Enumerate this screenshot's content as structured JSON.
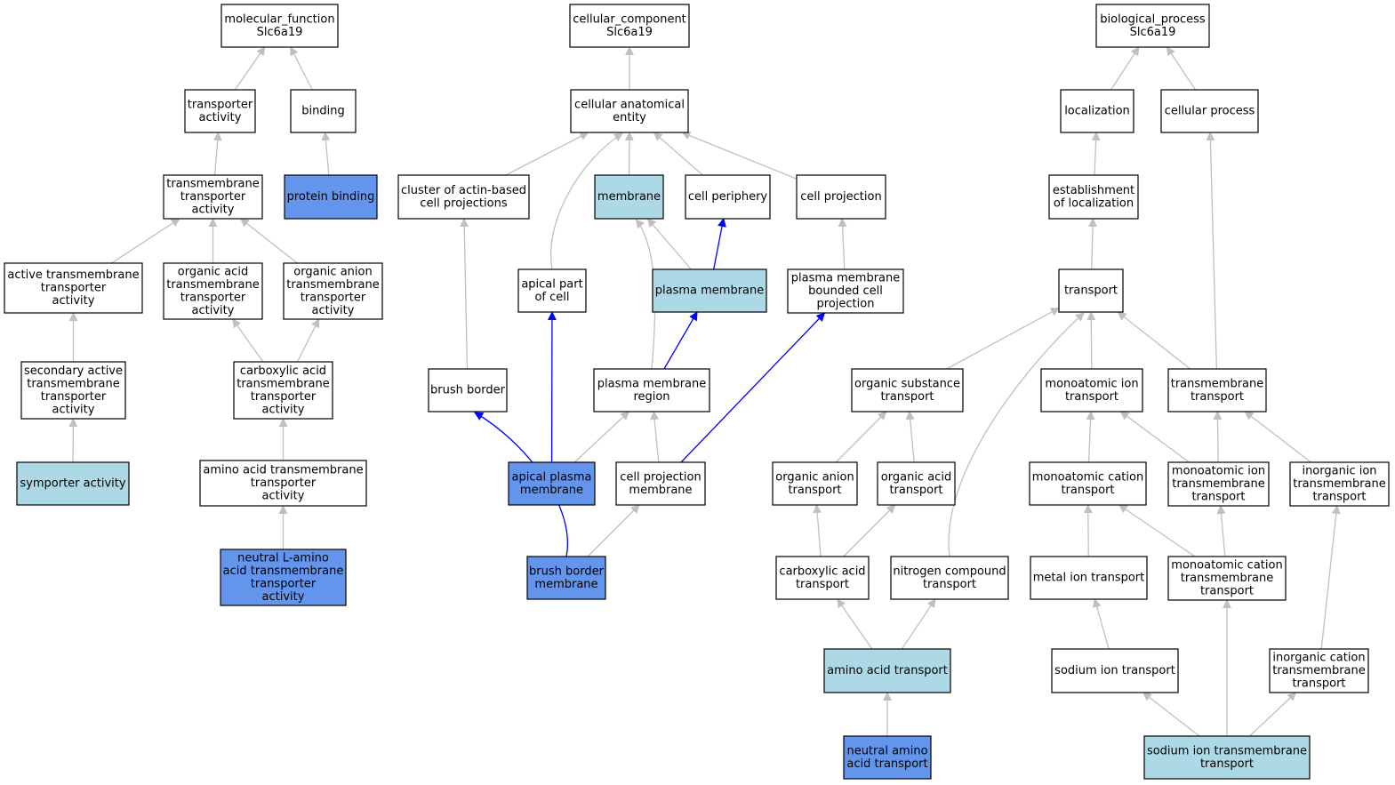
{
  "colors": {
    "plain": "#ffffff",
    "light": "#add8e6",
    "medium": "#6495ed",
    "edge_gray": "#c0c0c0",
    "edge_blue": "#0000ff"
  },
  "nodes": [
    {
      "id": "mf",
      "lines": [
        "molecular_function",
        "Slc6a19"
      ],
      "fill": "plain"
    },
    {
      "id": "ta",
      "lines": [
        "transporter",
        "activity"
      ],
      "fill": "plain"
    },
    {
      "id": "bind",
      "lines": [
        "binding"
      ],
      "fill": "plain"
    },
    {
      "id": "tmta",
      "lines": [
        "transmembrane",
        "transporter",
        "activity"
      ],
      "fill": "plain"
    },
    {
      "id": "pb",
      "lines": [
        "protein binding"
      ],
      "fill": "medium"
    },
    {
      "id": "atta",
      "lines": [
        "active transmembrane",
        "transporter",
        "activity"
      ],
      "fill": "plain"
    },
    {
      "id": "oatta",
      "lines": [
        "organic acid",
        "transmembrane",
        "transporter",
        "activity"
      ],
      "fill": "plain"
    },
    {
      "id": "oantta",
      "lines": [
        "organic anion",
        "transmembrane",
        "transporter",
        "activity"
      ],
      "fill": "plain"
    },
    {
      "id": "satta",
      "lines": [
        "secondary active",
        "transmembrane",
        "transporter",
        "activity"
      ],
      "fill": "plain"
    },
    {
      "id": "catta",
      "lines": [
        "carboxylic acid",
        "transmembrane",
        "transporter",
        "activity"
      ],
      "fill": "plain"
    },
    {
      "id": "sym",
      "lines": [
        "symporter activity"
      ],
      "fill": "light"
    },
    {
      "id": "aatta",
      "lines": [
        "amino acid transmembrane",
        "transporter",
        "activity"
      ],
      "fill": "plain"
    },
    {
      "id": "nlaa",
      "lines": [
        "neutral L-amino",
        "acid transmembrane",
        "transporter",
        "activity"
      ],
      "fill": "medium"
    },
    {
      "id": "cc",
      "lines": [
        "cellular_component",
        "Slc6a19"
      ],
      "fill": "plain"
    },
    {
      "id": "cae",
      "lines": [
        "cellular anatomical",
        "entity"
      ],
      "fill": "plain"
    },
    {
      "id": "cabcp",
      "lines": [
        "cluster of actin-based",
        "cell projections"
      ],
      "fill": "plain"
    },
    {
      "id": "mem",
      "lines": [
        "membrane"
      ],
      "fill": "light"
    },
    {
      "id": "cper",
      "lines": [
        "cell periphery"
      ],
      "fill": "plain"
    },
    {
      "id": "cproj",
      "lines": [
        "cell projection"
      ],
      "fill": "plain"
    },
    {
      "id": "apc",
      "lines": [
        "apical part",
        "of cell"
      ],
      "fill": "plain"
    },
    {
      "id": "pm",
      "lines": [
        "plasma membrane"
      ],
      "fill": "light"
    },
    {
      "id": "pmbcp",
      "lines": [
        "plasma membrane",
        "bounded cell",
        "projection"
      ],
      "fill": "plain"
    },
    {
      "id": "bb",
      "lines": [
        "brush border"
      ],
      "fill": "plain"
    },
    {
      "id": "pmr",
      "lines": [
        "plasma membrane",
        "region"
      ],
      "fill": "plain"
    },
    {
      "id": "apm",
      "lines": [
        "apical plasma",
        "membrane"
      ],
      "fill": "medium"
    },
    {
      "id": "cpm",
      "lines": [
        "cell projection",
        "membrane"
      ],
      "fill": "plain"
    },
    {
      "id": "bbm",
      "lines": [
        "brush border",
        "membrane"
      ],
      "fill": "medium"
    },
    {
      "id": "bp",
      "lines": [
        "biological_process",
        "Slc6a19"
      ],
      "fill": "plain"
    },
    {
      "id": "loc",
      "lines": [
        "localization"
      ],
      "fill": "plain"
    },
    {
      "id": "cellp",
      "lines": [
        "cellular process"
      ],
      "fill": "plain"
    },
    {
      "id": "eloc",
      "lines": [
        "establishment",
        "of localization"
      ],
      "fill": "plain"
    },
    {
      "id": "tr",
      "lines": [
        "transport"
      ],
      "fill": "plain"
    },
    {
      "id": "ost",
      "lines": [
        "organic substance",
        "transport"
      ],
      "fill": "plain"
    },
    {
      "id": "mit",
      "lines": [
        "monoatomic ion",
        "transport"
      ],
      "fill": "plain"
    },
    {
      "id": "tmt",
      "lines": [
        "transmembrane",
        "transport"
      ],
      "fill": "plain"
    },
    {
      "id": "oant",
      "lines": [
        "organic anion",
        "transport"
      ],
      "fill": "plain"
    },
    {
      "id": "oact",
      "lines": [
        "organic acid",
        "transport"
      ],
      "fill": "plain"
    },
    {
      "id": "mct",
      "lines": [
        "monoatomic cation",
        "transport"
      ],
      "fill": "plain"
    },
    {
      "id": "mitt",
      "lines": [
        "monoatomic ion",
        "transmembrane",
        "transport"
      ],
      "fill": "plain"
    },
    {
      "id": "iitt",
      "lines": [
        "inorganic ion",
        "transmembrane",
        "transport"
      ],
      "fill": "plain"
    },
    {
      "id": "cat",
      "lines": [
        "carboxylic acid",
        "transport"
      ],
      "fill": "plain"
    },
    {
      "id": "nct",
      "lines": [
        "nitrogen compound",
        "transport"
      ],
      "fill": "plain"
    },
    {
      "id": "mett",
      "lines": [
        "metal ion transport"
      ],
      "fill": "plain"
    },
    {
      "id": "mctt",
      "lines": [
        "monoatomic cation",
        "transmembrane",
        "transport"
      ],
      "fill": "plain"
    },
    {
      "id": "aat",
      "lines": [
        "amino acid transport"
      ],
      "fill": "light"
    },
    {
      "id": "sit",
      "lines": [
        "sodium ion transport"
      ],
      "fill": "plain"
    },
    {
      "id": "ictt",
      "lines": [
        "inorganic cation",
        "transmembrane",
        "transport"
      ],
      "fill": "plain"
    },
    {
      "id": "naat",
      "lines": [
        "neutral amino",
        "acid transport"
      ],
      "fill": "medium"
    },
    {
      "id": "sitt",
      "lines": [
        "sodium ion transmembrane",
        "transport"
      ],
      "fill": "light"
    }
  ],
  "edges": [
    {
      "from": "ta",
      "to": "mf",
      "color": "gray"
    },
    {
      "from": "bind",
      "to": "mf",
      "color": "gray"
    },
    {
      "from": "tmta",
      "to": "ta",
      "color": "gray"
    },
    {
      "from": "pb",
      "to": "bind",
      "color": "gray"
    },
    {
      "from": "atta",
      "to": "tmta",
      "color": "gray"
    },
    {
      "from": "oatta",
      "to": "tmta",
      "color": "gray"
    },
    {
      "from": "oantta",
      "to": "tmta",
      "color": "gray"
    },
    {
      "from": "satta",
      "to": "atta",
      "color": "gray"
    },
    {
      "from": "catta",
      "to": "oatta",
      "color": "gray"
    },
    {
      "from": "catta",
      "to": "oantta",
      "color": "gray"
    },
    {
      "from": "sym",
      "to": "satta",
      "color": "gray"
    },
    {
      "from": "aatta",
      "to": "catta",
      "color": "gray"
    },
    {
      "from": "nlaa",
      "to": "aatta",
      "color": "gray"
    },
    {
      "from": "cae",
      "to": "cc",
      "color": "gray"
    },
    {
      "from": "cabcp",
      "to": "cae",
      "color": "gray"
    },
    {
      "from": "mem",
      "to": "cae",
      "color": "gray"
    },
    {
      "from": "cper",
      "to": "cae",
      "color": "gray"
    },
    {
      "from": "cproj",
      "to": "cae",
      "color": "gray"
    },
    {
      "from": "apc",
      "to": "cae",
      "color": "gray",
      "curve": true
    },
    {
      "from": "pm",
      "to": "mem",
      "color": "gray"
    },
    {
      "from": "pm",
      "to": "cper",
      "color": "blue"
    },
    {
      "from": "pmbcp",
      "to": "cproj",
      "color": "gray"
    },
    {
      "from": "bb",
      "to": "cabcp",
      "color": "gray"
    },
    {
      "from": "pmr",
      "to": "mem",
      "color": "gray",
      "curve": true
    },
    {
      "from": "pmr",
      "to": "pm",
      "color": "blue"
    },
    {
      "from": "apm",
      "to": "apc",
      "color": "blue"
    },
    {
      "from": "apm",
      "to": "pmr",
      "color": "gray"
    },
    {
      "from": "cpm",
      "to": "pmr",
      "color": "gray"
    },
    {
      "from": "cpm",
      "to": "pmbcp",
      "color": "blue"
    },
    {
      "from": "bbm",
      "to": "bb",
      "color": "blue",
      "curve": true
    },
    {
      "from": "bbm",
      "to": "cpm",
      "color": "gray"
    },
    {
      "from": "loc",
      "to": "bp",
      "color": "gray"
    },
    {
      "from": "cellp",
      "to": "bp",
      "color": "gray"
    },
    {
      "from": "eloc",
      "to": "loc",
      "color": "gray"
    },
    {
      "from": "tr",
      "to": "eloc",
      "color": "gray"
    },
    {
      "from": "ost",
      "to": "tr",
      "color": "gray"
    },
    {
      "from": "mit",
      "to": "tr",
      "color": "gray"
    },
    {
      "from": "tmt",
      "to": "tr",
      "color": "gray"
    },
    {
      "from": "tmt",
      "to": "cellp",
      "color": "gray"
    },
    {
      "from": "nct",
      "to": "tr",
      "color": "gray",
      "curve": true
    },
    {
      "from": "oant",
      "to": "ost",
      "color": "gray"
    },
    {
      "from": "oact",
      "to": "ost",
      "color": "gray"
    },
    {
      "from": "mct",
      "to": "mit",
      "color": "gray"
    },
    {
      "from": "mitt",
      "to": "mit",
      "color": "gray"
    },
    {
      "from": "mitt",
      "to": "tmt",
      "color": "gray"
    },
    {
      "from": "iitt",
      "to": "tmt",
      "color": "gray"
    },
    {
      "from": "cat",
      "to": "oant",
      "color": "gray"
    },
    {
      "from": "cat",
      "to": "oact",
      "color": "gray"
    },
    {
      "from": "mett",
      "to": "mct",
      "color": "gray"
    },
    {
      "from": "mctt",
      "to": "mct",
      "color": "gray"
    },
    {
      "from": "mctt",
      "to": "mitt",
      "color": "gray"
    },
    {
      "from": "aat",
      "to": "cat",
      "color": "gray"
    },
    {
      "from": "aat",
      "to": "nct",
      "color": "gray"
    },
    {
      "from": "sit",
      "to": "mett",
      "color": "gray"
    },
    {
      "from": "ictt",
      "to": "iitt",
      "color": "gray"
    },
    {
      "from": "naat",
      "to": "aat",
      "color": "gray"
    },
    {
      "from": "sitt",
      "to": "sit",
      "color": "gray"
    },
    {
      "from": "sitt",
      "to": "mctt",
      "color": "gray"
    },
    {
      "from": "sitt",
      "to": "ictt",
      "color": "gray"
    }
  ]
}
